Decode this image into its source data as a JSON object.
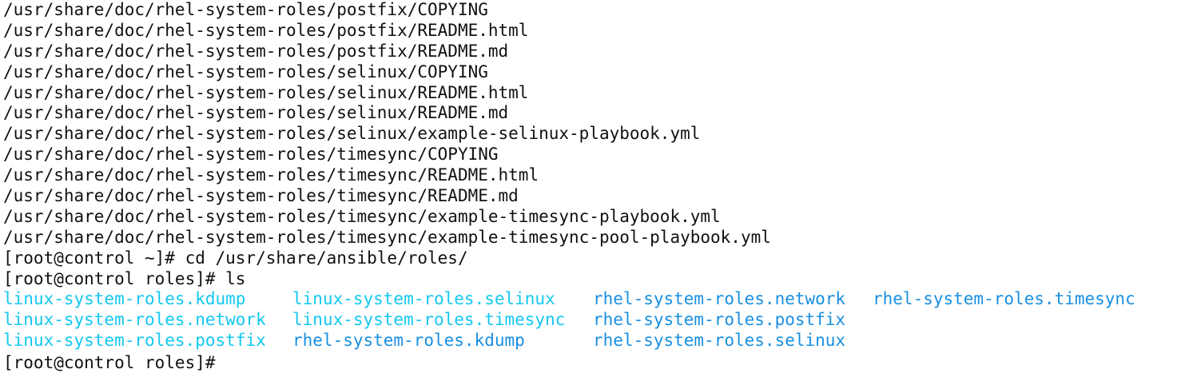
{
  "colors": {
    "text": "#111111",
    "symlink": "#14c8f0",
    "directory": "#1a8fe0",
    "background": "#ffffff"
  },
  "output_lines": [
    "/usr/share/doc/rhel-system-roles/postfix/COPYING",
    "/usr/share/doc/rhel-system-roles/postfix/README.html",
    "/usr/share/doc/rhel-system-roles/postfix/README.md",
    "/usr/share/doc/rhel-system-roles/selinux/COPYING",
    "/usr/share/doc/rhel-system-roles/selinux/README.html",
    "/usr/share/doc/rhel-system-roles/selinux/README.md",
    "/usr/share/doc/rhel-system-roles/selinux/example-selinux-playbook.yml",
    "/usr/share/doc/rhel-system-roles/timesync/COPYING",
    "/usr/share/doc/rhel-system-roles/timesync/README.html",
    "/usr/share/doc/rhel-system-roles/timesync/README.md",
    "/usr/share/doc/rhel-system-roles/timesync/example-timesync-playbook.yml",
    "/usr/share/doc/rhel-system-roles/timesync/example-timesync-pool-playbook.yml"
  ],
  "commands": {
    "cd": "[root@control ~]# cd /usr/share/ansible/roles/",
    "ls": "[root@control roles]# ls",
    "prompt": "[root@control roles]#"
  },
  "ls_grid": [
    [
      "linux-system-roles.kdump",
      "linux-system-roles.selinux",
      "rhel-system-roles.network",
      "rhel-system-roles.timesync"
    ],
    [
      "linux-system-roles.network",
      "linux-system-roles.timesync",
      "rhel-system-roles.postfix",
      ""
    ],
    [
      "linux-system-roles.postfix",
      "rhel-system-roles.kdump",
      "rhel-system-roles.selinux",
      ""
    ]
  ]
}
